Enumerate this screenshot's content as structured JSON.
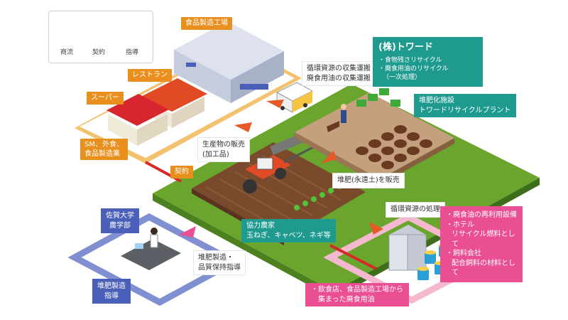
{
  "legend": {
    "trade": "商流",
    "contract": "契約",
    "guidance": "指導",
    "colors": {
      "trade": "#e65a2a",
      "contract": "#d62a2a",
      "guidance": "#ea4f93"
    }
  },
  "labels": {
    "food_factory": "食品製造工場",
    "restaurant": "レストラン",
    "supermarket": "スーパー",
    "sm_group": [
      "SM、外食、",
      "食品製造業"
    ],
    "collection": [
      "循環資源の収集運搬",
      "廃食用油の収集運搬"
    ],
    "sale_products": [
      "生産物の販売",
      "(加工品)"
    ],
    "contract": "契約",
    "compost_facility": [
      "堆肥化施設",
      "トワードリサイクルプラント"
    ],
    "compost_sale": "堆肥(永遠土)を販売",
    "partner_farm": [
      "協力農家",
      "玉ねぎ、キャベツ、ネギ等"
    ],
    "university": [
      "佐賀大学",
      "農学部"
    ],
    "compost_guidance": [
      "堆肥製造・",
      "品質保持指導"
    ],
    "guidance_box": [
      "堆肥製造",
      "指導"
    ],
    "resource_processing": "循環資源の処理",
    "collected_oil": [
      "・飲食店、食品製造工場から",
      "集まった廃食用油"
    ]
  },
  "company": {
    "name": "(株)トワード",
    "items": [
      "・食物残さリサイクル",
      "・廃食用油のリサイクル",
      "（一次処理）"
    ]
  },
  "uses": {
    "items": [
      "・廃食油の再利用設備",
      "・ホテル",
      "リサイクル燃料として",
      "・飼料会社",
      "配合飼料の材料として"
    ]
  },
  "colors": {
    "field": "#6aa52e",
    "orange_label": "#e98f1e",
    "teal_label": "#1f9a8f",
    "pink_label": "#ea4f93",
    "blue_label": "#4a5fb8"
  }
}
